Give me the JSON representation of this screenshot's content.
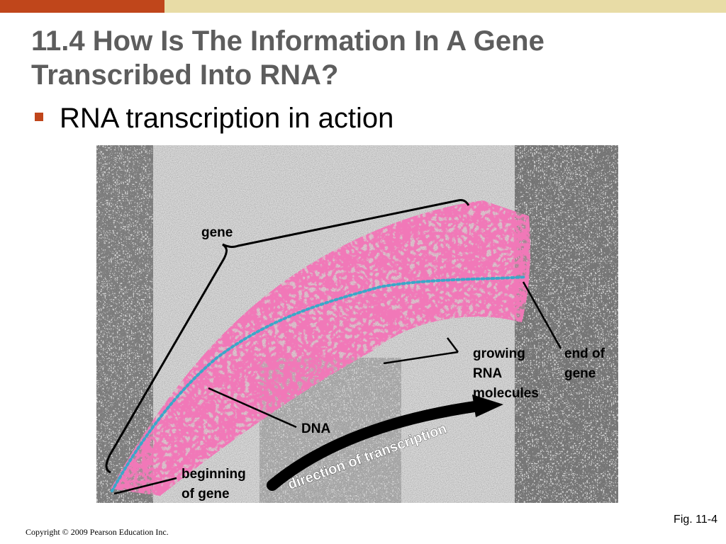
{
  "slide": {
    "title": "11.4 How Is The Information In A Gene Transcribed Into RNA?",
    "bullet": "RNA transcription in action",
    "figure_label": "Fig. 11-4",
    "copyright": "Copyright © 2009 Pearson Education Inc."
  },
  "figure": {
    "labels": {
      "gene": "gene",
      "growing_1": "growing",
      "growing_2": "RNA",
      "growing_3": "molecules",
      "end_1": "end of",
      "end_2": "gene",
      "dna": "DNA",
      "beginning_1": "beginning",
      "beginning_2": "of gene",
      "direction": "direction of transcription"
    },
    "colors": {
      "rna": "#e0307a",
      "dna": "#3aa8c8",
      "background": "#d9d9d9",
      "accent": "#c0461b"
    }
  }
}
